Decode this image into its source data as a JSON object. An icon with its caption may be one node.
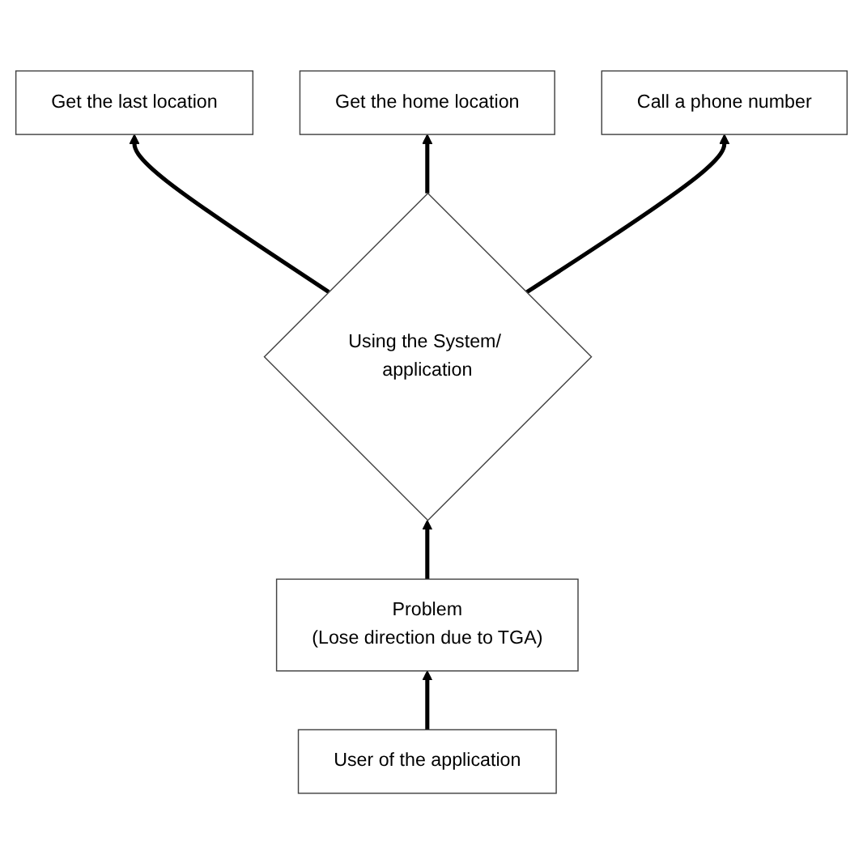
{
  "diagram": {
    "nodes": [
      {
        "text": [
          "Get the last location"
        ]
      },
      {
        "text": [
          "Get the home location"
        ]
      },
      {
        "text": [
          "Using the System/ application"
        ]
      },
      {
        "text": [
          "Call a phone number"
        ]
      },
      {
        "text": [
          "Problem",
          "(Lose direction due to TGA)"
        ]
      },
      {
        "text": [
          "User of the application"
        ]
      }
    ],
    "edges": [
      {
        "from": 5,
        "to": 4,
        "arrow": "to"
      },
      {
        "from": 4,
        "to": 2,
        "arrow": "to"
      },
      {
        "from": 2,
        "to": 0,
        "arrow": "to"
      },
      {
        "from": 2,
        "to": 1,
        "arrow": "to"
      },
      {
        "from": 2,
        "to": 3,
        "arrow": "to"
      }
    ]
  }
}
